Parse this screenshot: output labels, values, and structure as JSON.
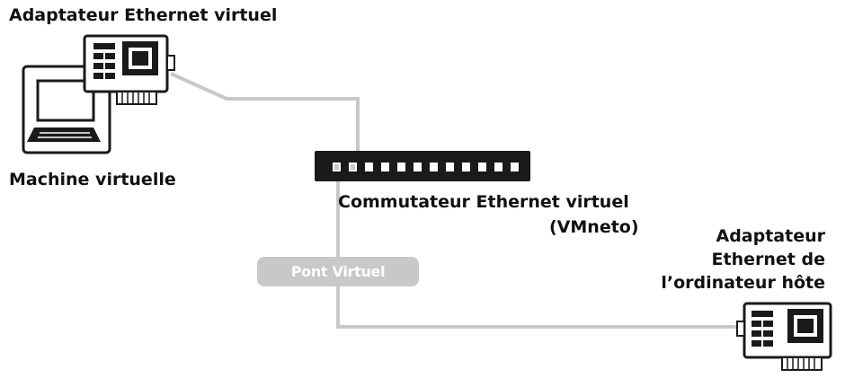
{
  "labels": {
    "vm_adapter": "Adaptateur Ethernet virtuel",
    "virtual_machine": "Machine virtuelle",
    "switch": "Commutateur Ethernet virtuel",
    "switch_name": "(VMneto)",
    "host_adapter_lines": [
      "Adaptateur",
      "Ethernet de",
      "l’ordinateur hôte"
    ],
    "bridge": "Pont Virtuel"
  },
  "colors": {
    "line": "#c8c8c8",
    "device": "#1a1a1a",
    "bridge_fill": "#c8c8c8"
  }
}
